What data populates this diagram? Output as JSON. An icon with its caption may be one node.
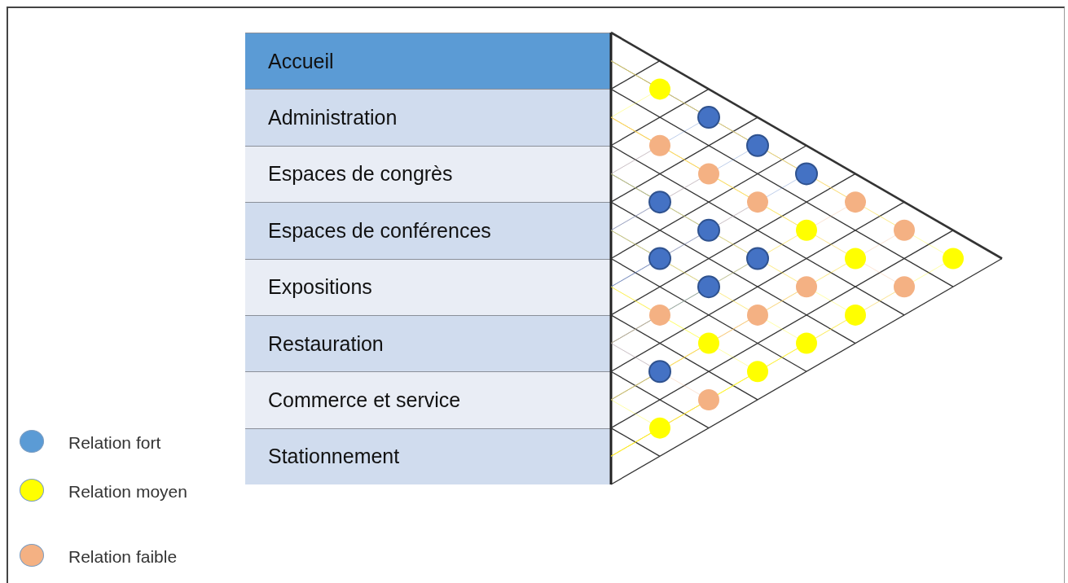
{
  "diagram": {
    "nodes": [
      {
        "text": [
          "Accueil"
        ]
      },
      {
        "text": [
          "Administration"
        ]
      },
      {
        "text": [
          "Espaces de congrès"
        ]
      },
      {
        "text": [
          "Espaces de conférences"
        ]
      },
      {
        "text": [
          "Expositions"
        ]
      },
      {
        "text": [
          "Restauration"
        ]
      },
      {
        "text": [
          "Commerce et service"
        ]
      },
      {
        "text": [
          "Stationnement"
        ]
      }
    ],
    "edges": [
      {
        "from": 0,
        "to": 1,
        "arrow": "none",
        "color": "#ffff00"
      },
      {
        "from": 0,
        "to": 2,
        "arrow": "none",
        "color": "#4472c4"
      },
      {
        "from": 0,
        "to": 3,
        "arrow": "none",
        "color": "#4472c4"
      },
      {
        "from": 0,
        "to": 4,
        "arrow": "none",
        "color": "#4472c4"
      },
      {
        "from": 0,
        "to": 5,
        "arrow": "none",
        "color": "#f4b183"
      },
      {
        "from": 0,
        "to": 6,
        "arrow": "none",
        "color": "#f4b183"
      },
      {
        "from": 0,
        "to": 7,
        "arrow": "none",
        "color": "#ffff00"
      },
      {
        "from": 1,
        "to": 2,
        "arrow": "none",
        "color": "#f4b183"
      },
      {
        "from": 1,
        "to": 3,
        "arrow": "none",
        "color": "#f4b183"
      },
      {
        "from": 1,
        "to": 4,
        "arrow": "none",
        "color": "#f4b183"
      },
      {
        "from": 1,
        "to": 5,
        "arrow": "none",
        "color": "#ffff00"
      },
      {
        "from": 1,
        "to": 6,
        "arrow": "none",
        "color": "#ffff00"
      },
      {
        "from": 1,
        "to": 7,
        "arrow": "none",
        "color": "#f4b183"
      },
      {
        "from": 2,
        "to": 3,
        "arrow": "none",
        "color": "#4472c4"
      },
      {
        "from": 2,
        "to": 4,
        "arrow": "none",
        "color": "#4472c4"
      },
      {
        "from": 2,
        "to": 5,
        "arrow": "none",
        "color": "#4472c4"
      },
      {
        "from": 2,
        "to": 6,
        "arrow": "none",
        "color": "#f4b183"
      },
      {
        "from": 2,
        "to": 7,
        "arrow": "none",
        "color": "#ffff00"
      },
      {
        "from": 3,
        "to": 4,
        "arrow": "none",
        "color": "#4472c4"
      },
      {
        "from": 3,
        "to": 5,
        "arrow": "none",
        "color": "#4472c4"
      },
      {
        "from": 3,
        "to": 6,
        "arrow": "none",
        "color": "#f4b183"
      },
      {
        "from": 3,
        "to": 7,
        "arrow": "none",
        "color": "#ffff00"
      },
      {
        "from": 4,
        "to": 5,
        "arrow": "none",
        "color": "#f4b183"
      },
      {
        "from": 4,
        "to": 6,
        "arrow": "none",
        "color": "#ffff00"
      },
      {
        "from": 4,
        "to": 7,
        "arrow": "none",
        "color": "#ffff00"
      },
      {
        "from": 5,
        "to": 6,
        "arrow": "none",
        "color": "#4472c4"
      },
      {
        "from": 5,
        "to": 7,
        "arrow": "none",
        "color": "#f4b183"
      },
      {
        "from": 6,
        "to": 7,
        "arrow": "none",
        "color": "#ffff00"
      }
    ],
    "legend": [
      {
        "text": "Relation fort",
        "color": "#5b9bd5"
      },
      {
        "text": "Relation moyen",
        "color": "#ffff00"
      },
      {
        "text": "Relation faible",
        "color": "#f4b183"
      }
    ]
  }
}
